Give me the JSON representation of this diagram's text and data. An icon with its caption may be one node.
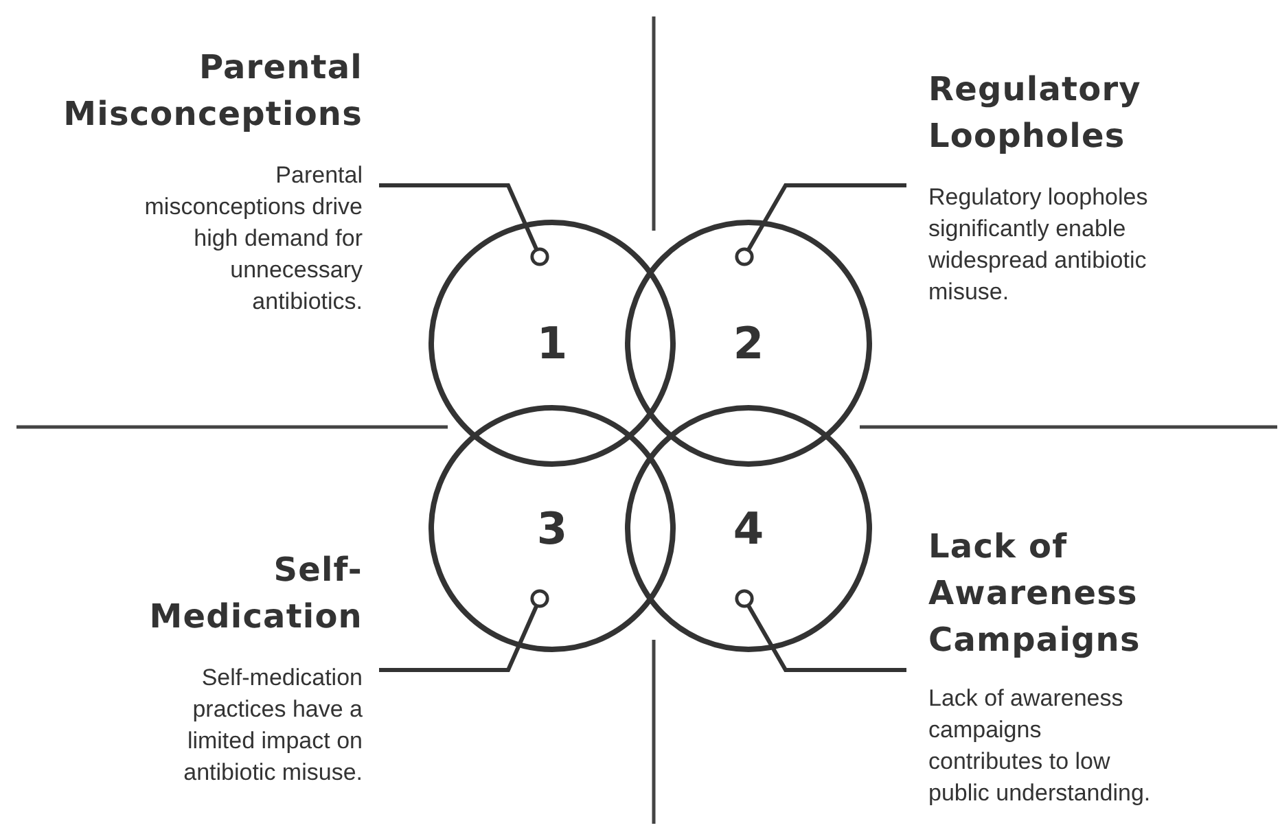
{
  "diagram": {
    "nodes": [
      {
        "text": [
          "Parental Misconceptions",
          "Parental misconceptions drive high demand for unnecessary antibiotics."
        ]
      },
      {
        "text": [
          "Regulatory Loopholes",
          "Regulatory loopholes significantly enable widespread antibiotic misuse."
        ]
      },
      {
        "text": [
          "1"
        ]
      },
      {
        "text": [
          "2"
        ]
      },
      {
        "text": [
          "3"
        ]
      },
      {
        "text": [
          "4"
        ]
      },
      {
        "text": [
          "Self-Medication",
          "Self-medication practices have a limited impact on antibiotic misuse."
        ]
      },
      {
        "text": [
          "Lack of Awareness Campaigns",
          "Lack of awareness campaigns contributes to low public understanding."
        ]
      }
    ],
    "edges": [
      {
        "from": 0,
        "to": 2,
        "arrow": "other"
      },
      {
        "from": 1,
        "to": 3,
        "arrow": "other"
      },
      {
        "from": 6,
        "to": 4,
        "arrow": "other"
      },
      {
        "from": 7,
        "to": 5,
        "arrow": "other"
      }
    ]
  }
}
